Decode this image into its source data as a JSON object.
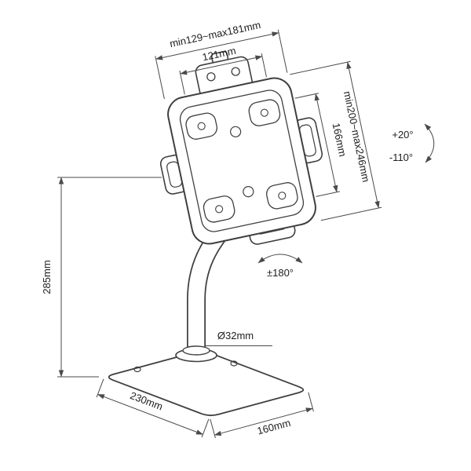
{
  "annotations": {
    "holder_width_range": "min129~max181mm",
    "holder_width": "121mm",
    "holder_height_range": "min200~max246mm",
    "holder_height": "166mm",
    "tilt_up": "+20°",
    "tilt_down": "-110°",
    "swivel": "±180°",
    "stand_height": "285mm",
    "pole_diameter": "Ø32mm",
    "base_depth": "230mm",
    "base_width": "160mm"
  },
  "colors": {
    "outline": "#3f3f3f",
    "dimension": "#4a4a4a",
    "text": "#1d1d1d",
    "background": "#ffffff"
  }
}
